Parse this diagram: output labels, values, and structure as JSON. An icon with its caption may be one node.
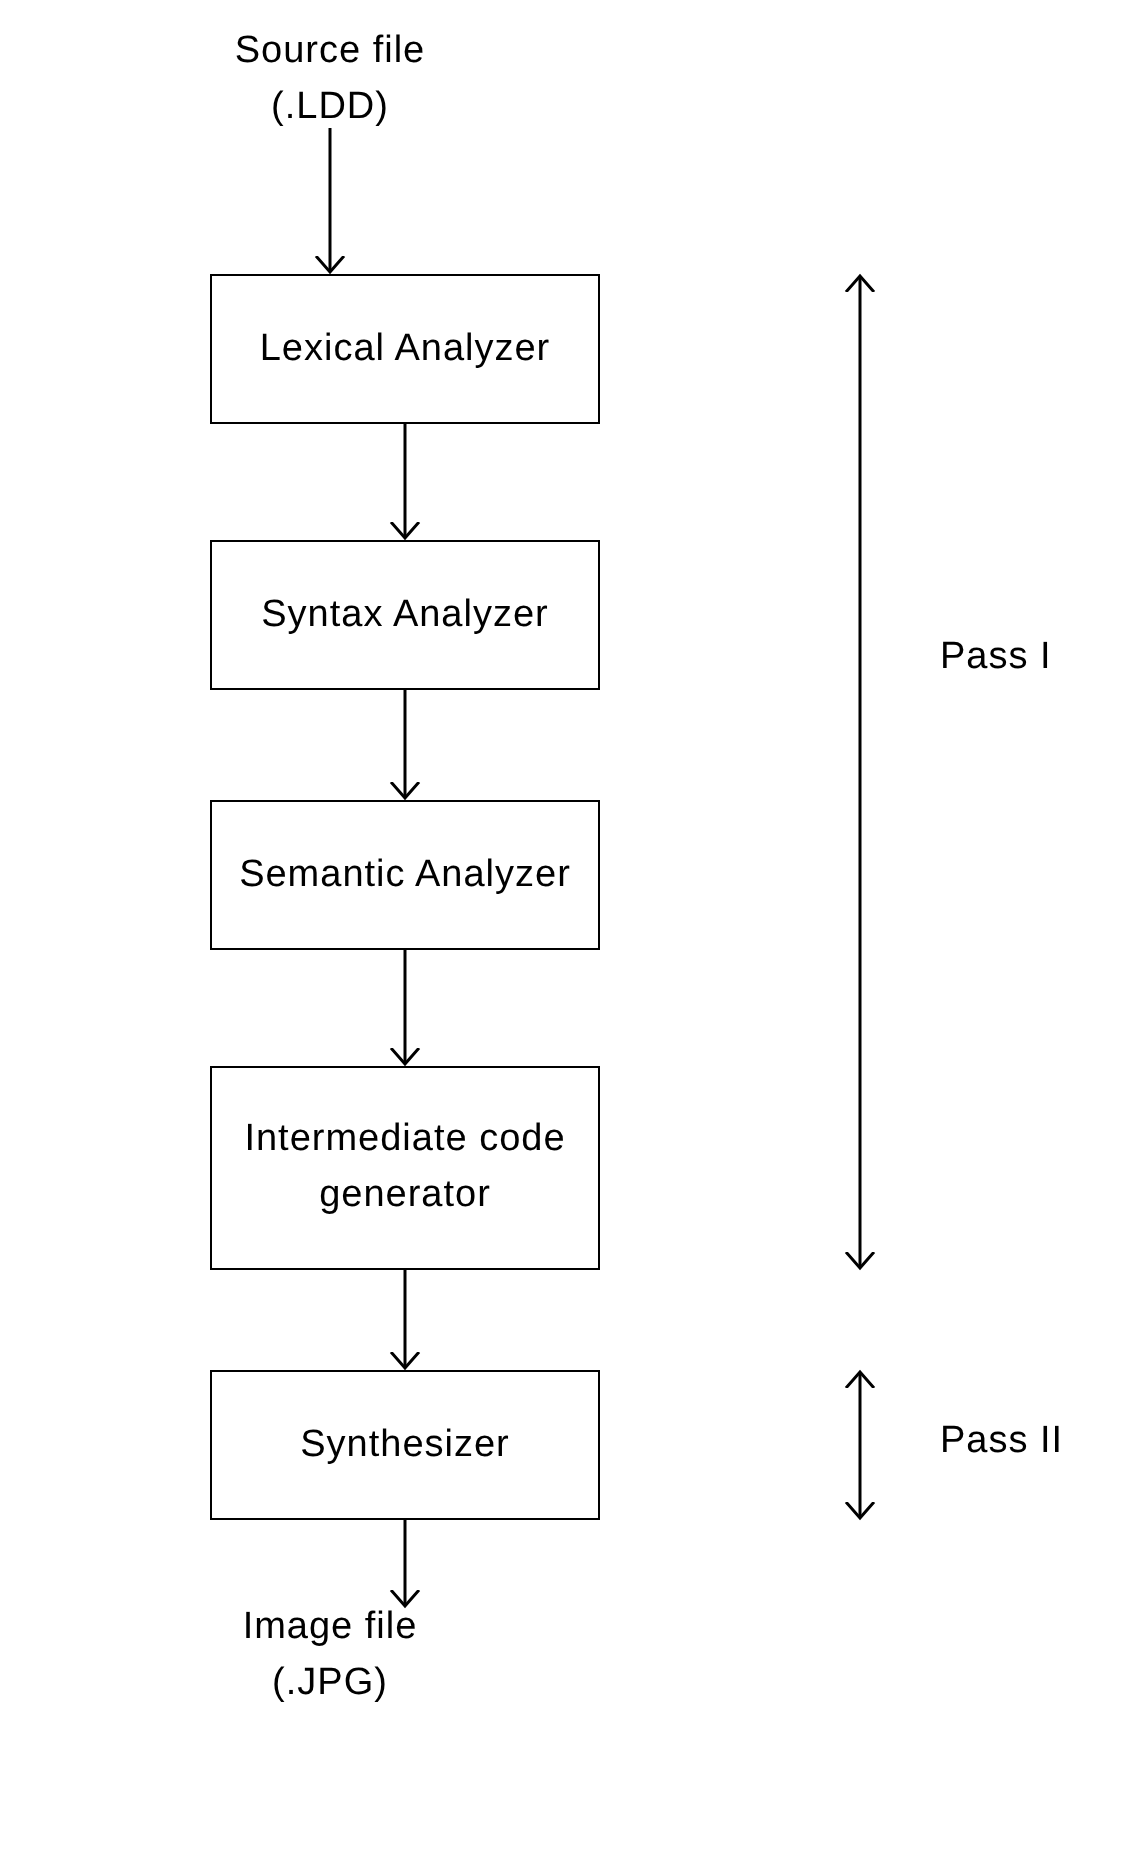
{
  "diagram": {
    "nodes": [
      {
        "text": [
          "Source file (.LDD)"
        ]
      },
      {
        "text": [
          "Lexical Analyzer"
        ]
      },
      {
        "text": [
          "Syntax Analyzer"
        ]
      },
      {
        "text": [
          "Semantic Analyzer"
        ]
      },
      {
        "text": [
          "Intermediate code generator"
        ]
      },
      {
        "text": [
          "Synthesizer"
        ]
      },
      {
        "text": [
          "Image file (.JPG)"
        ]
      }
    ],
    "edges": [
      {
        "from": 0,
        "to": 1,
        "arrow": "to"
      },
      {
        "from": 1,
        "to": 2,
        "arrow": "to"
      },
      {
        "from": 2,
        "to": 3,
        "arrow": "to"
      },
      {
        "from": 3,
        "to": 4,
        "arrow": "to"
      },
      {
        "from": 4,
        "to": 5,
        "arrow": "to"
      },
      {
        "from": 5,
        "to": 6,
        "arrow": "to"
      }
    ],
    "labels": [
      "Pass I",
      "Pass II"
    ]
  }
}
